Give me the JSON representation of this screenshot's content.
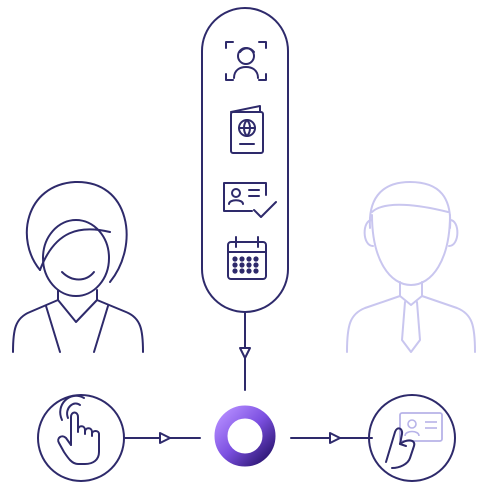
{
  "diagram": {
    "nodes": [
      {
        "id": "face-scan",
        "icon": "face-scan-icon"
      },
      {
        "id": "passport",
        "icon": "passport-icon"
      },
      {
        "id": "id-verified",
        "icon": "id-card-check-icon"
      },
      {
        "id": "calendar",
        "icon": "calendar-icon"
      },
      {
        "id": "touch",
        "icon": "touch-icon"
      },
      {
        "id": "hub",
        "icon": "ring-logo-icon"
      },
      {
        "id": "id-handover",
        "icon": "hand-id-card-icon"
      },
      {
        "id": "woman",
        "icon": "woman-avatar-icon"
      },
      {
        "id": "man",
        "icon": "man-avatar-icon"
      }
    ],
    "colors": {
      "primary": "#2e2a6b",
      "muted": "#c9c6ef",
      "accent_gradient": [
        "#8a5cf6",
        "#3b1e8f"
      ]
    }
  }
}
